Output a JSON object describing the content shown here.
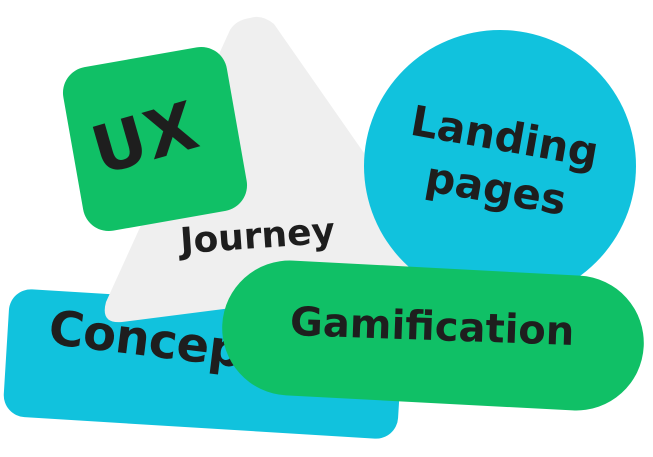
{
  "tags": {
    "ux": "UX",
    "journey": "Journey",
    "landing_line1": "Landing",
    "landing_line2": "pages",
    "gamification": "Gamification",
    "concepting": "Concepting"
  },
  "colors": {
    "green": "#10c066",
    "cyan": "#11c2dd",
    "light_gray": "#efefef",
    "text": "#1e1e1e"
  }
}
